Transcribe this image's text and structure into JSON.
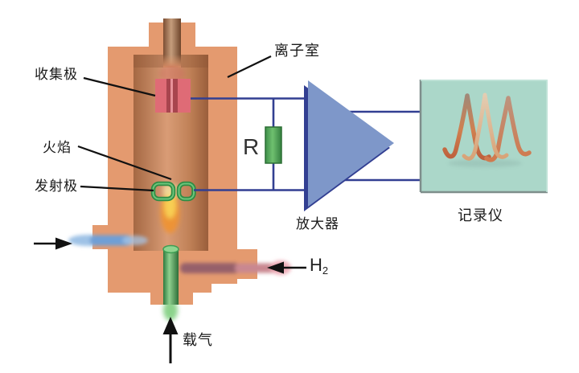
{
  "diagram": {
    "labels": {
      "collector_electrode": "收集极",
      "flame": "火焰",
      "emitter_electrode": "发射极",
      "ion_chamber": "离子室",
      "resistor": "R",
      "amplifier": "放大器",
      "recorder": "记录仪",
      "hydrogen": "H",
      "hydrogen_subscript": "2",
      "carrier_gas": "载气"
    },
    "colors": {
      "detector_body": "#e49a6f",
      "chamber_dark": "#a56843",
      "chamber_light": "#d99c76",
      "collector_electrode": "#df6b76",
      "collector_stripe": "#a8454e",
      "emitter_green": "#2e8c44",
      "flame_core": "#f8ce52",
      "flame_edge": "#ee9232",
      "jet_tube_green": "#57aa5f",
      "air_stream_blue": "#6f9fd6",
      "h2_stream_pink": "#c98790",
      "wire_navy": "#323f92",
      "amplifier_blue": "#7e97c9",
      "recorder_teal": "#abd7c9",
      "peak_brown": "#bd5f3c",
      "peak_tan": "#d8a276",
      "label_black": "#1a1a1a"
    }
  }
}
